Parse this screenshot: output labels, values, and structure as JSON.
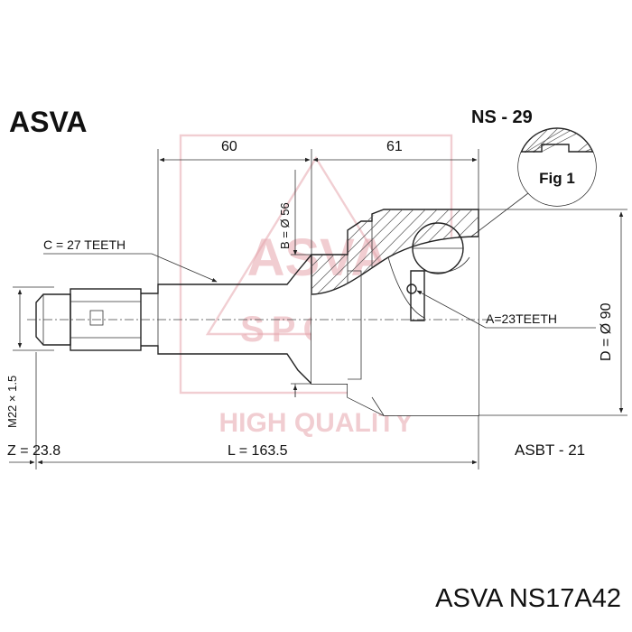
{
  "brand": "ASVA",
  "model_code": "NS - 29",
  "fig_label": "Fig 1",
  "dimensions": {
    "length_a": "60",
    "length_b": "61",
    "b_diameter": "B = Ø 56",
    "d_diameter": "D = Ø 90",
    "thread": "M22 × 1.5",
    "z": "Z = 23.8",
    "l": "L = 163.5"
  },
  "teeth": {
    "c": "C = 27 TEETH",
    "a": "A=23TEETH"
  },
  "part_ref": "ASBT - 21",
  "watermark": {
    "top": "ASVA",
    "middle": "SPORT",
    "bottom": "HIGH QUALITY",
    "color": "#e6a6ad"
  },
  "caption": "ASVA NS17A42"
}
